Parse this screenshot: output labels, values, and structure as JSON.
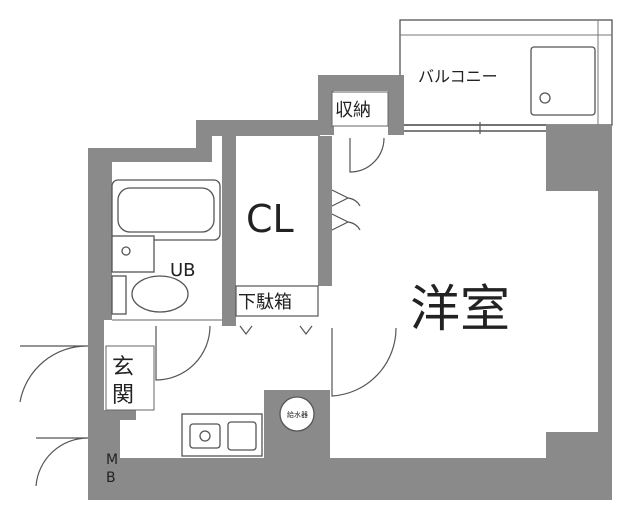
{
  "rooms": {
    "balcony": "バルコニー",
    "storage": "収納",
    "closet": "CL",
    "unit_bath": "UB",
    "shoe_box": "下駄箱",
    "western_room": "洋室",
    "entrance_1": "玄",
    "entrance_2": "関",
    "meter_box_1": "M",
    "meter_box_2": "B",
    "water_heater": "給水器"
  }
}
